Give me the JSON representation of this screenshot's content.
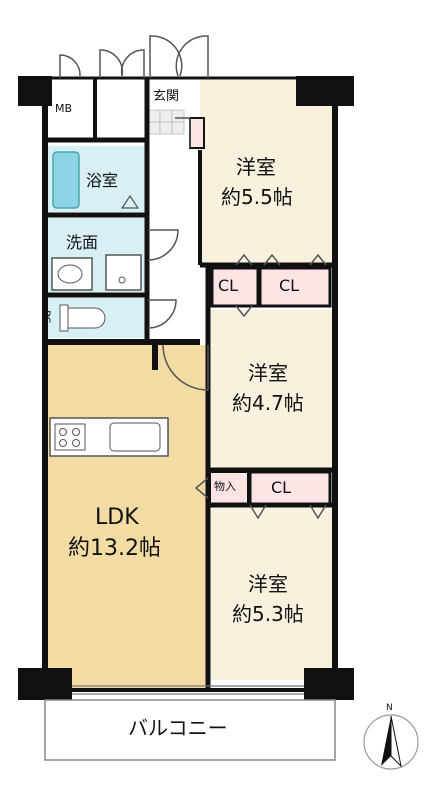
{
  "rooms": {
    "mb": "MB",
    "entrance": "玄関",
    "bath": "浴室",
    "washroom": "洗面",
    "ps": "PS",
    "western1_name": "洋室",
    "western1_size": "約5.5帖",
    "western2_name": "洋室",
    "western2_size": "約4.7帖",
    "western3_name": "洋室",
    "western3_size": "約5.3帖",
    "ldk_name": "LDK",
    "ldk_size": "約13.2帖",
    "storage": "物入",
    "balcony": "バルコニー"
  },
  "closets": {
    "cl1": "CL",
    "cl2": "CL",
    "cl3": "CL"
  },
  "compass": {
    "north": "N"
  },
  "colors": {
    "ldk_floor": "#f2dca3",
    "room_floor": "#f7f1de",
    "wet_floor": "#d8f0f4",
    "closet_fill": "#fbe4e4",
    "wall": "#111111"
  }
}
